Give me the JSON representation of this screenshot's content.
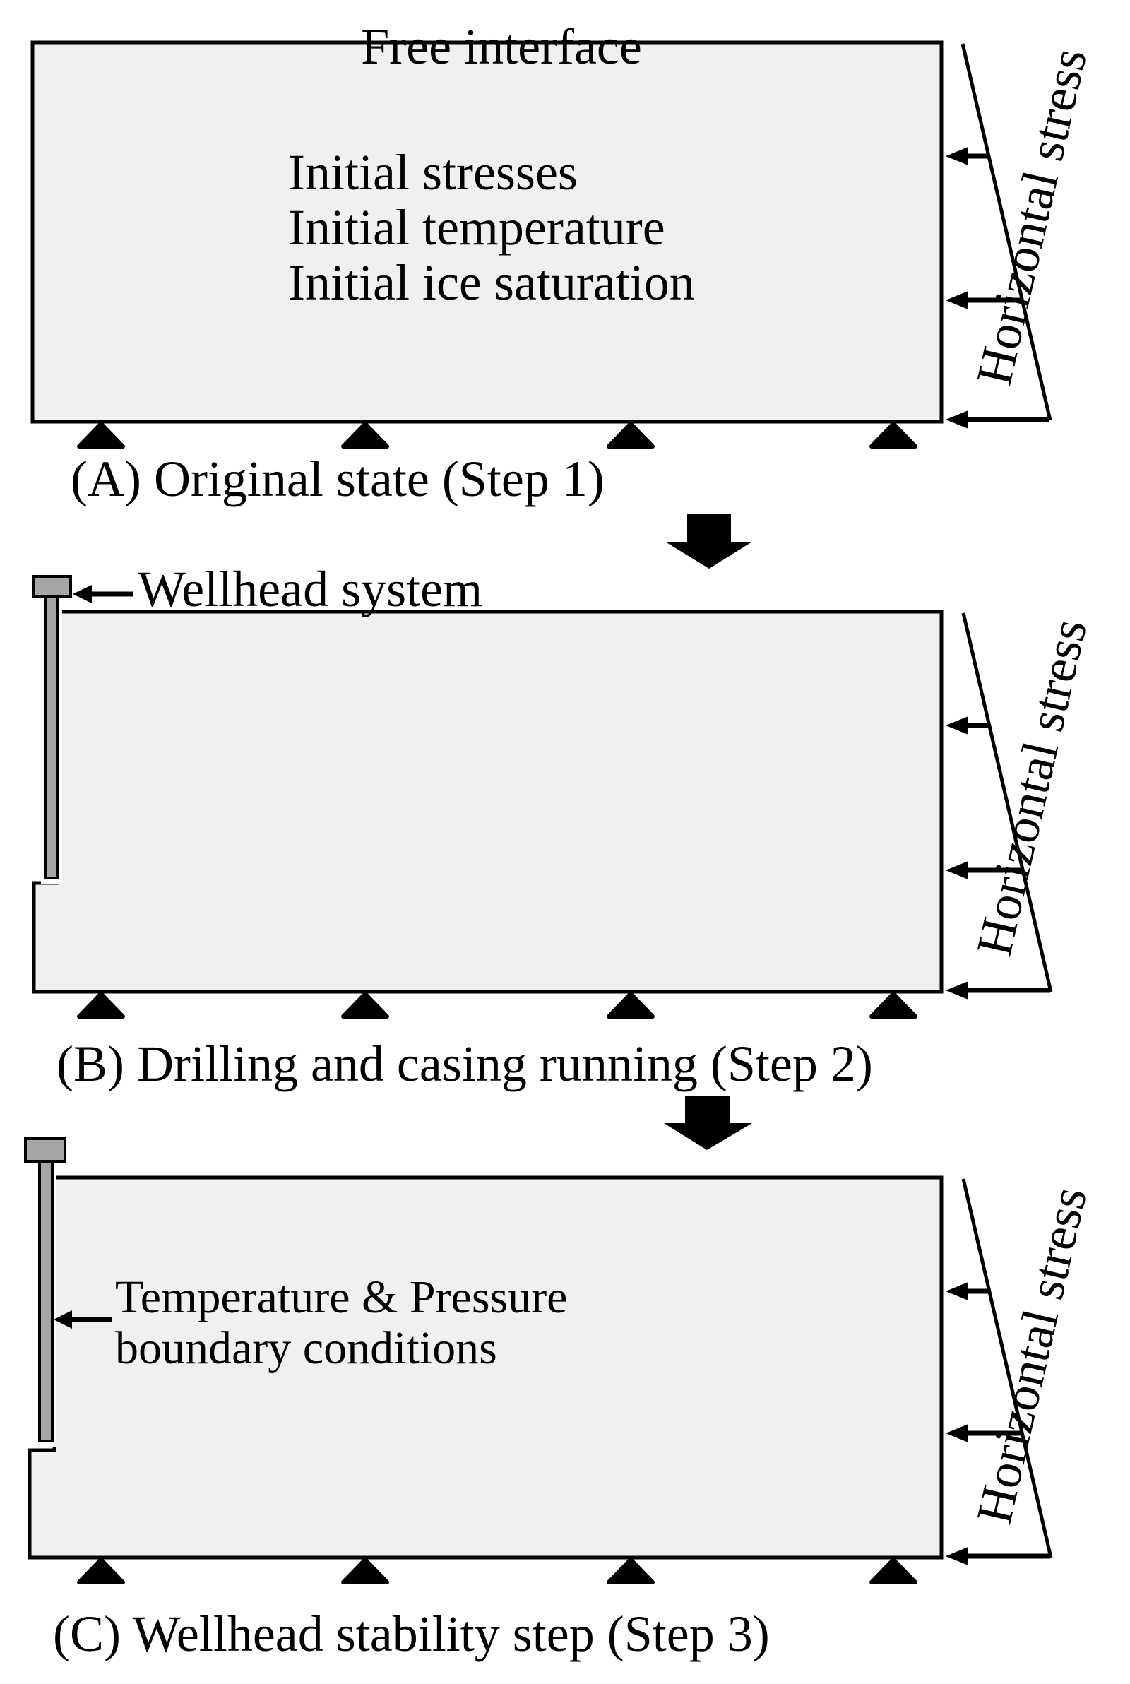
{
  "figure": {
    "colors": {
      "background": "#ffffff",
      "ink": "#000000",
      "box_fill": "#f0f0f0",
      "casing_fill": "#a6a6a6"
    },
    "panels": {
      "a": {
        "caption": "(A) Original state (Step 1)",
        "top_label": "Free interface",
        "initial_conditions": {
          "line1": "Initial stresses",
          "line2": "Initial temperature",
          "line3": "Initial ice saturation"
        },
        "stress_label": "Horizontal stress",
        "support_count": 4,
        "stress_arrow_count": 3
      },
      "b": {
        "caption": "(B) Drilling and casing running (Step 2)",
        "wellhead_label": "Wellhead system",
        "stress_label": "Horizontal stress",
        "support_count": 4,
        "stress_arrow_count": 3
      },
      "c": {
        "caption": "(C) Wellhead stability step (Step 3)",
        "boundary_label": {
          "line1": "Temperature & Pressure",
          "line2": "boundary conditions"
        },
        "stress_label": "Horizontal stress",
        "support_count": 4,
        "stress_arrow_count": 3
      }
    }
  }
}
